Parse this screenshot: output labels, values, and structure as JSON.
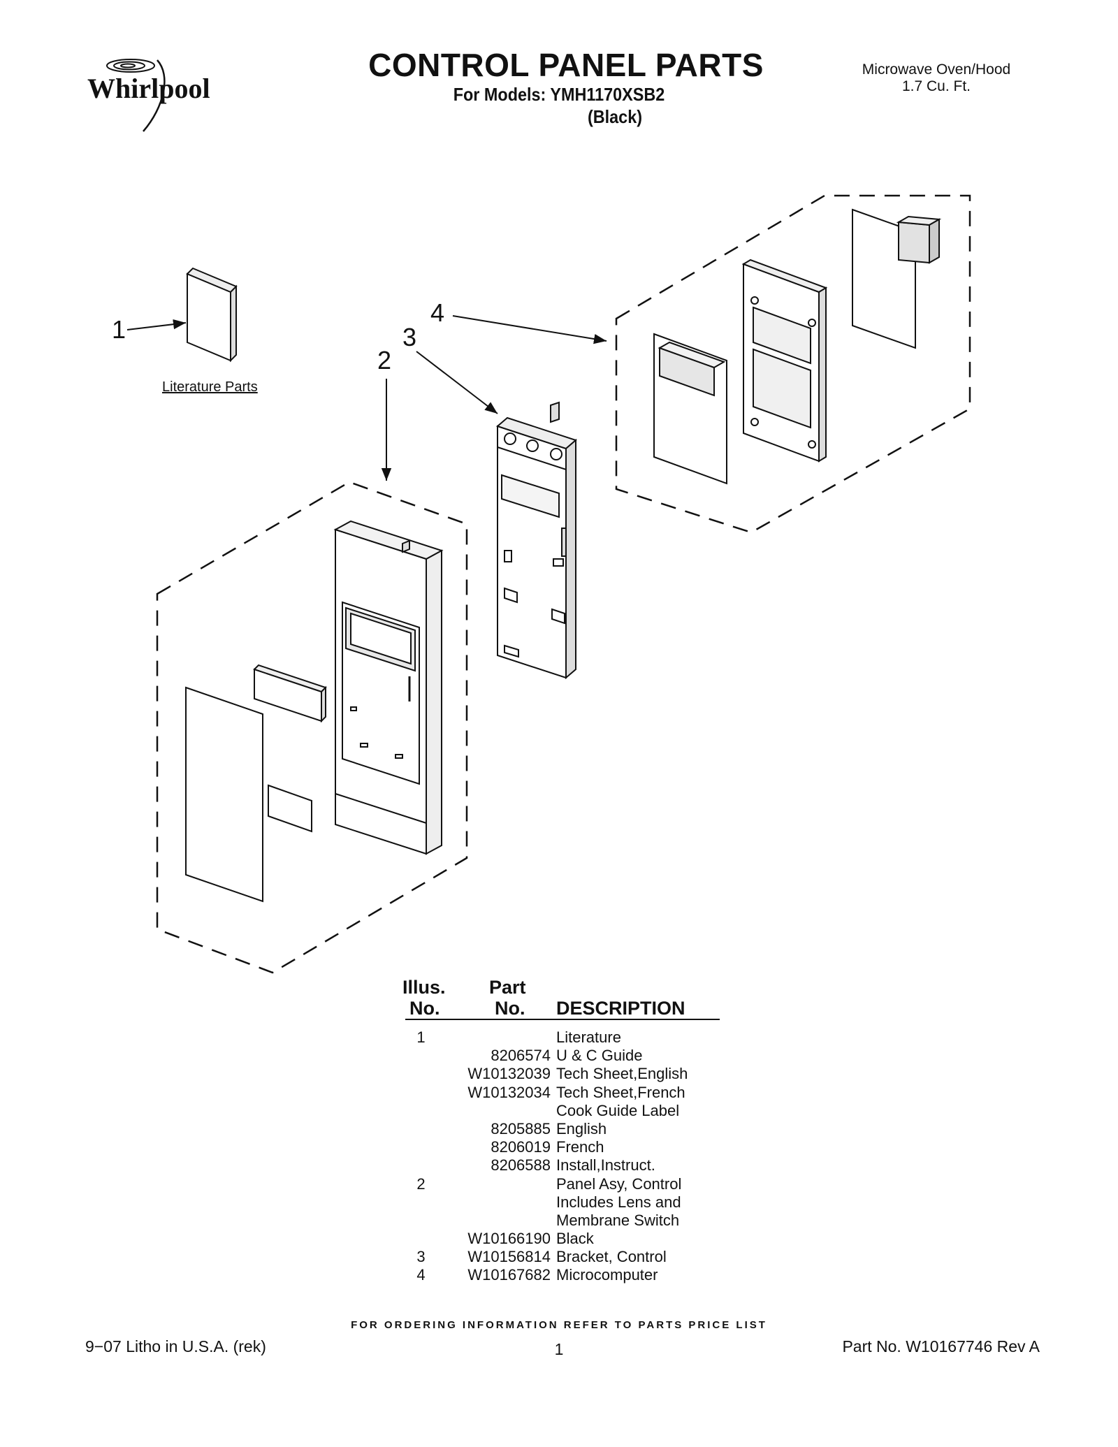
{
  "header": {
    "brand": "Whirlpool",
    "title": "CONTROL PANEL PARTS",
    "subtitle": "For Models: YMH1170XSB2",
    "variant": "(Black)",
    "product_line1": "Microwave Oven/Hood",
    "product_line2": "1.7 Cu. Ft."
  },
  "diagram": {
    "callouts": [
      "1",
      "2",
      "3",
      "4"
    ],
    "literature_label": "Literature Parts"
  },
  "table": {
    "headers": {
      "illus_line1": "Illus.",
      "illus_line2": "No.",
      "part_line1": "Part",
      "part_line2": "No.",
      "description": "DESCRIPTION"
    },
    "rows": [
      {
        "illus": "1",
        "part": "",
        "desc": "Literature"
      },
      {
        "illus": "",
        "part": "8206574",
        "desc": "U & C Guide"
      },
      {
        "illus": "",
        "part": "W10132039",
        "desc": "Tech Sheet,English"
      },
      {
        "illus": "",
        "part": "W10132034",
        "desc": "Tech Sheet,French"
      },
      {
        "illus": "",
        "part": "",
        "desc": "Cook Guide Label"
      },
      {
        "illus": "",
        "part": "8205885",
        "desc": "English"
      },
      {
        "illus": "",
        "part": "8206019",
        "desc": "French"
      },
      {
        "illus": "",
        "part": "8206588",
        "desc": "Install,Instruct."
      },
      {
        "illus": "2",
        "part": "",
        "desc": "Panel Asy, Control"
      },
      {
        "illus": "",
        "part": "",
        "desc": "Includes Lens and"
      },
      {
        "illus": "",
        "part": "",
        "desc": "Membrane Switch"
      },
      {
        "illus": "",
        "part": "W10166190",
        "desc": "Black"
      },
      {
        "illus": "3",
        "part": "W10156814",
        "desc": "Bracket, Control"
      },
      {
        "illus": "4",
        "part": "W10167682",
        "desc": "Microcomputer"
      }
    ]
  },
  "footer": {
    "ordering_note": "FOR ORDERING INFORMATION REFER TO PARTS PRICE LIST",
    "litho": "9−07 Litho in U.S.A. (rek)",
    "page_number": "1",
    "part_number": "Part No. W10167746 Rev A"
  }
}
